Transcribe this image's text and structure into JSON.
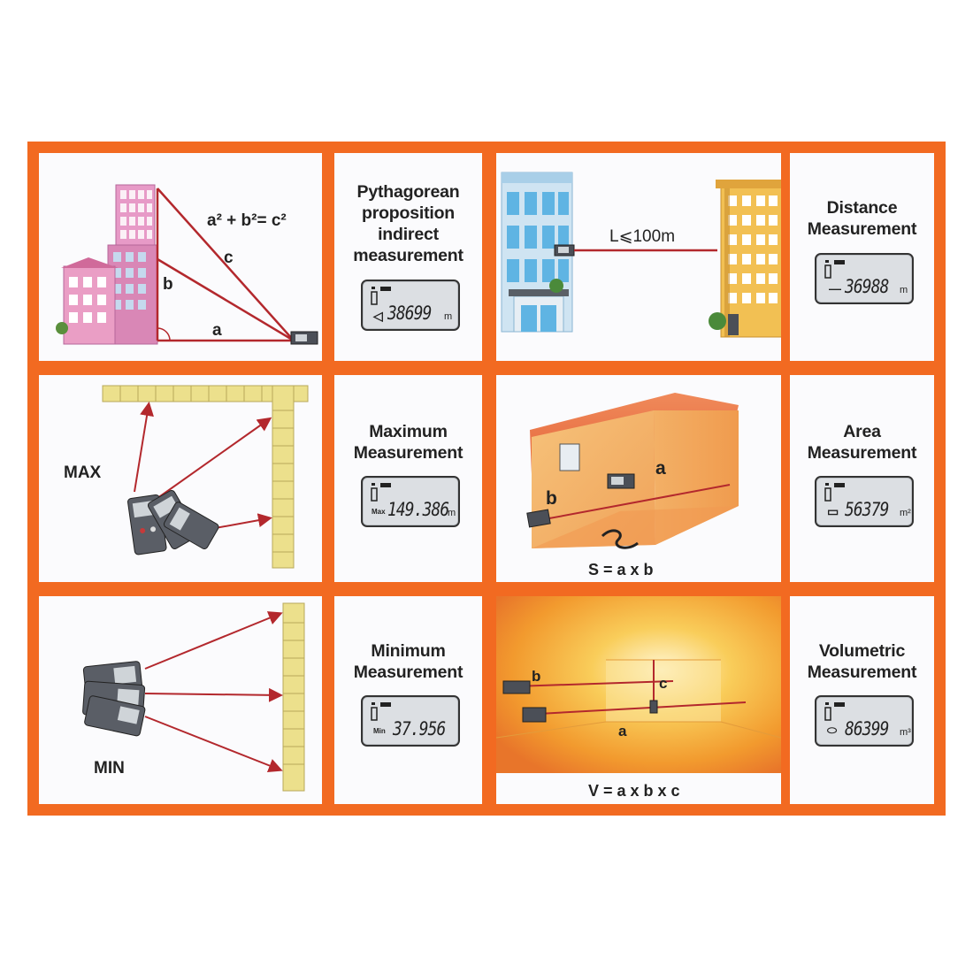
{
  "pythagorean": {
    "formula": "a² + b²= c²",
    "side_a": "a",
    "side_b": "b",
    "side_c": "c",
    "label_lines": [
      "Pythagorean",
      "proposition",
      "indirect",
      "measurement"
    ],
    "lcd_value": "38699",
    "lcd_unit": "m"
  },
  "distance": {
    "range_label": "L⩽100m",
    "label_lines": [
      "Distance",
      "Measurement"
    ],
    "lcd_value": "36988",
    "lcd_unit": "m"
  },
  "maximum": {
    "tag": "MAX",
    "label_lines": [
      "Maximum",
      "Measurement"
    ],
    "lcd_mode": "Max",
    "lcd_value": "149.386",
    "lcd_unit": "m"
  },
  "area": {
    "side_a": "a",
    "side_b": "b",
    "formula": "S = a x b",
    "label_lines": [
      "Area",
      "Measurement"
    ],
    "lcd_value": "56379",
    "lcd_unit": "m²"
  },
  "minimum": {
    "tag": "MIN",
    "label_lines": [
      "Minimum",
      "Measurement"
    ],
    "lcd_mode": "Min",
    "lcd_value": "37.956"
  },
  "volume": {
    "side_a": "a",
    "side_b": "b",
    "side_c": "c",
    "formula": "V = a x b x c",
    "label_lines": [
      "Volumetric",
      "Measurement"
    ],
    "lcd_value": "86399",
    "lcd_unit": "m³"
  },
  "colors": {
    "frame": "#f26a21",
    "arrow": "#b3282d",
    "building_pink": "#e79ac7",
    "building_blue": "#7cc6ea",
    "building_yellow": "#f2c053",
    "brick": "#ece08c"
  }
}
